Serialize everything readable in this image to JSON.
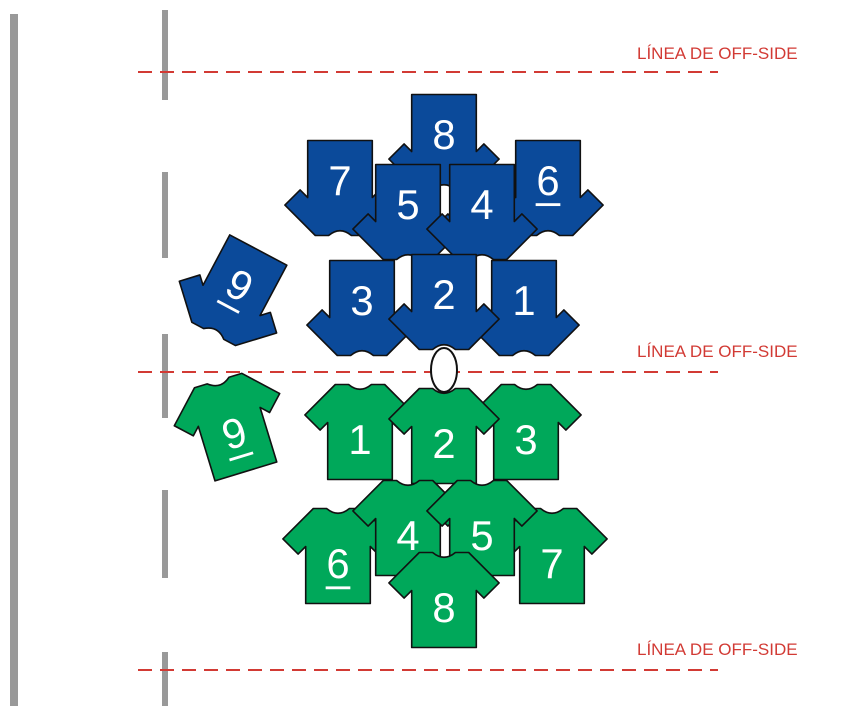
{
  "offside_label": "LÍNEA DE OFF-SIDE",
  "colors": {
    "blue_team": "#0b4a9a",
    "green_team": "#00a85a",
    "offside_line": "#d23a34",
    "field_lines": "#999999",
    "outline": "#111111",
    "ball": "#ffffff"
  },
  "blue_team": {
    "orientation": "inverted",
    "players": [
      "8",
      "7",
      "5",
      "4",
      "6",
      "9",
      "3",
      "2",
      "1"
    ],
    "underlined": [
      "6",
      "9"
    ]
  },
  "green_team": {
    "orientation": "upright",
    "players": [
      "9",
      "1",
      "2",
      "3",
      "4",
      "5",
      "6",
      "7",
      "8"
    ],
    "underlined": [
      "6",
      "9"
    ]
  },
  "ball": "ball-icon"
}
